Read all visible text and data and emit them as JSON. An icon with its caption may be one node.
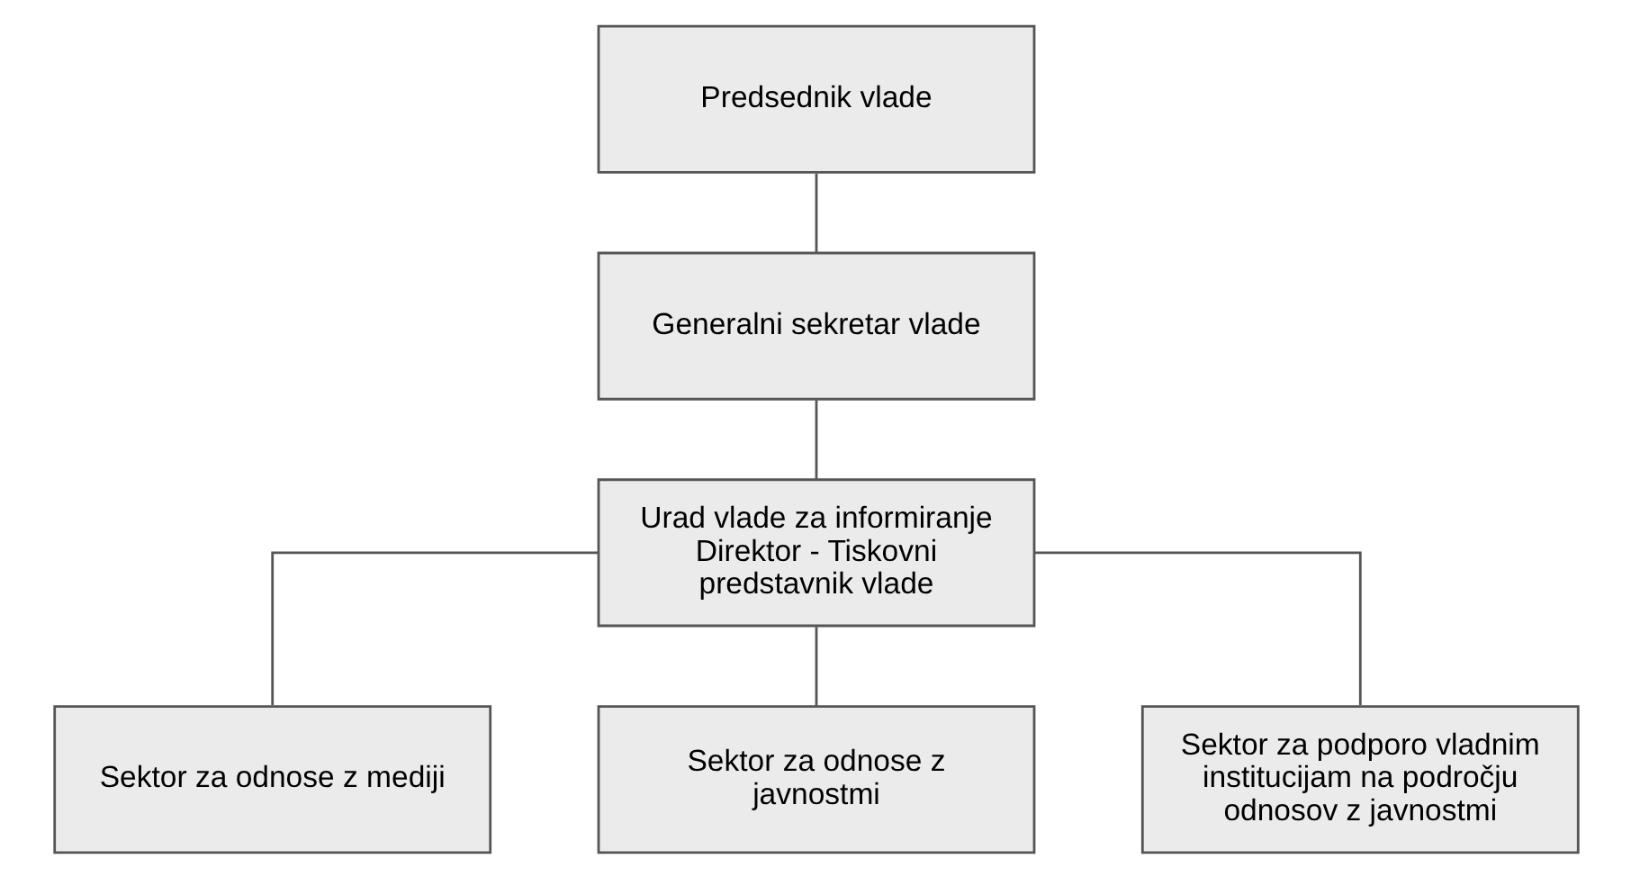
{
  "diagram": {
    "nodes": [
      {
        "text": [
          "Predsednik vlade"
        ]
      },
      {
        "text": [
          "Generalni sekretar vlade"
        ]
      },
      {
        "text": [
          "Urad vlade za informiranje",
          "Direktor - Tiskovni predstavnik vlade"
        ]
      },
      {
        "text": [
          "Sektor za odnose z mediji"
        ]
      },
      {
        "text": [
          "Sektor za odnose z javnostmi"
        ]
      },
      {
        "text": [
          "Sektor za podporo vladnim institucijam na področju odnosov z javnostmi"
        ]
      }
    ],
    "edges": [
      {
        "from": 0,
        "to": 1,
        "arrow": "none"
      },
      {
        "from": 1,
        "to": 2,
        "arrow": "none"
      },
      {
        "from": 2,
        "to": 3,
        "arrow": "none"
      },
      {
        "from": 2,
        "to": 4,
        "arrow": "none"
      },
      {
        "from": 2,
        "to": 5,
        "arrow": "none"
      }
    ]
  }
}
